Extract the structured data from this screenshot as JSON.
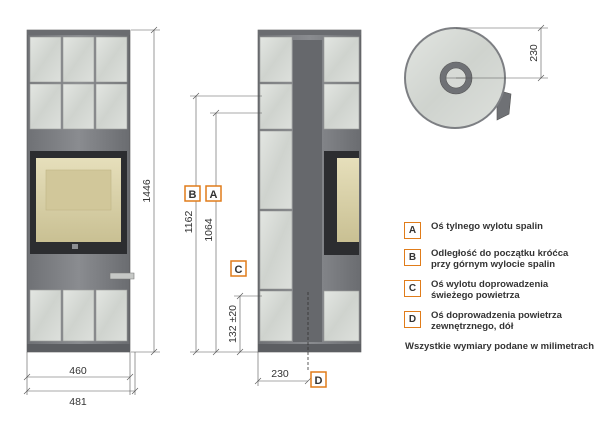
{
  "dimensions": {
    "height_total": "1446",
    "height_a": "1162",
    "height_b": "1064",
    "height_c": "132 ±20",
    "width_inner": "460",
    "width_outer": "481",
    "side_offset": "230",
    "top_offset": "230"
  },
  "markers": {
    "a": "A",
    "b": "B",
    "c": "C",
    "d": "D"
  },
  "legend": [
    {
      "key": "A",
      "text": "Oś tylnego wylotu spalin"
    },
    {
      "key": "B",
      "text": "Odległość do początku króćca\nprzy górnym wylocie spalin"
    },
    {
      "key": "C",
      "text": "Oś wylotu doprowadzenia\nświeżego powietrza"
    },
    {
      "key": "D",
      "text": "Oś doprowadzenia powietrza\nzewnętrznego, dół"
    }
  ],
  "note": "Wszystkie wymiary podane w milimetrach",
  "colors": {
    "accent": "#e07c1a",
    "steel": "#7d7f83",
    "steel_dark": "#5c5e62",
    "stone": "#d7dad6",
    "glass": "#d8cfa4",
    "dim_line": "#555555"
  }
}
